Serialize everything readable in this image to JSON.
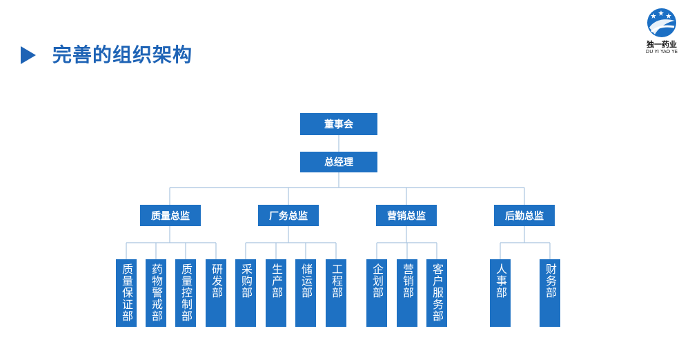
{
  "header": {
    "title": "完善的组织架构"
  },
  "logo": {
    "cn": "独一药业",
    "en": "DU YI YAO YE",
    "colors": {
      "globe": "#1b6fc4",
      "stars": "#ffffff"
    }
  },
  "chart_data": {
    "type": "org-chart",
    "root": "董事会",
    "level2": "总经理",
    "divisions": [
      {
        "name": "质量总监",
        "departments": [
          "质量保证部",
          "药物警戒部",
          "质量控制部",
          "研发部"
        ]
      },
      {
        "name": "厂务总监",
        "departments": [
          "采购部",
          "生产部",
          "储运部",
          "工程部"
        ]
      },
      {
        "name": "营销总监",
        "departments": [
          "企划部",
          "营销部",
          "客户服务部"
        ]
      },
      {
        "name": "后勤总监",
        "departments": [
          "人事部",
          "财务部"
        ]
      }
    ]
  },
  "colors": {
    "box": "#1e71c3",
    "title": "#1e63b5",
    "line": "#a9c4df"
  }
}
